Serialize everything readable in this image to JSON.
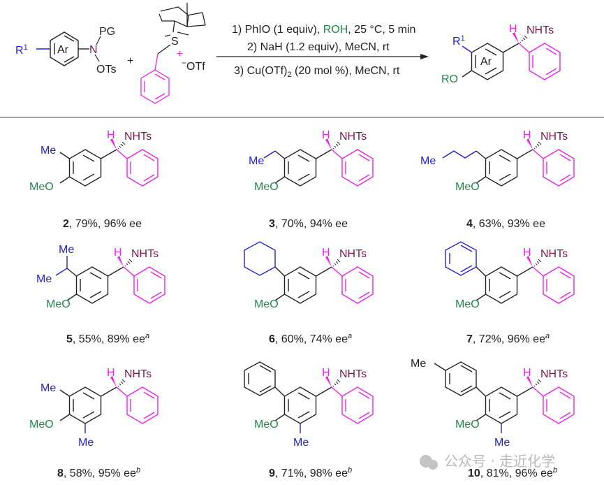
{
  "scheme": {
    "reactant1": {
      "r1": "R",
      "r1_sup": "1",
      "ring": "Ar",
      "n": "N",
      "pg": "PG",
      "ots": "OTs"
    },
    "plus": "+",
    "reactant2": {
      "s": "S",
      "charge": "+",
      "counterion": "OTf",
      "counterion_charge": "−"
    },
    "conditions": {
      "step1_a": "1) PhIO (1 equiv), ",
      "step1_roh": "ROH",
      "step1_b": ", 25 °C, 5 min",
      "step2": "2) NaH (1.2 equiv), MeCN, rt",
      "step3_a": "3) Cu(OTf)",
      "step3_sub": "2",
      "step3_b": " (20 mol %), MeCN, rt"
    },
    "product": {
      "r1": "R",
      "r1_sup": "1",
      "ring": "Ar",
      "ro": "RO",
      "h": "H",
      "nhts": "NHTs"
    }
  },
  "compounds": [
    {
      "id": "2",
      "yield": ", 79%, 96% ee",
      "note": "",
      "substituent": "Me"
    },
    {
      "id": "3",
      "yield": ", 70%, 94% ee",
      "note": "",
      "substituent": "Me (ethyl)"
    },
    {
      "id": "4",
      "yield": ", 63%, 93% ee",
      "note": "",
      "substituent": "Me (butyl)"
    },
    {
      "id": "5",
      "yield": ", 55%, 89% ee",
      "note": "a",
      "substituent": "isopropyl"
    },
    {
      "id": "6",
      "yield": ", 60%, 74% ee",
      "note": "a",
      "substituent": "cyclohexyl"
    },
    {
      "id": "7",
      "yield": ", 72%, 96% ee",
      "note": "a",
      "substituent": "phenyl"
    },
    {
      "id": "8",
      "yield": ", 58%, 95% ee",
      "note": "b",
      "substituent": "Me, Me"
    },
    {
      "id": "9",
      "yield": ", 71%, 98% ee",
      "note": "b",
      "substituent": "phenyl, Me"
    },
    {
      "id": "10",
      "yield": ", 81%, 96% ee",
      "note": "b",
      "substituent": "p-tolyl, Me"
    }
  ],
  "labels": {
    "me": "Me",
    "meo": "MeO",
    "h": "H",
    "nhts": "NHTs"
  },
  "watermark": "公众号 · 走近化学",
  "colors": {
    "r_group": "#2222dd",
    "alkoxy": "#1e8a4a",
    "benzyl": "#ee22ee",
    "nitrogen": "#7a1a4a"
  }
}
